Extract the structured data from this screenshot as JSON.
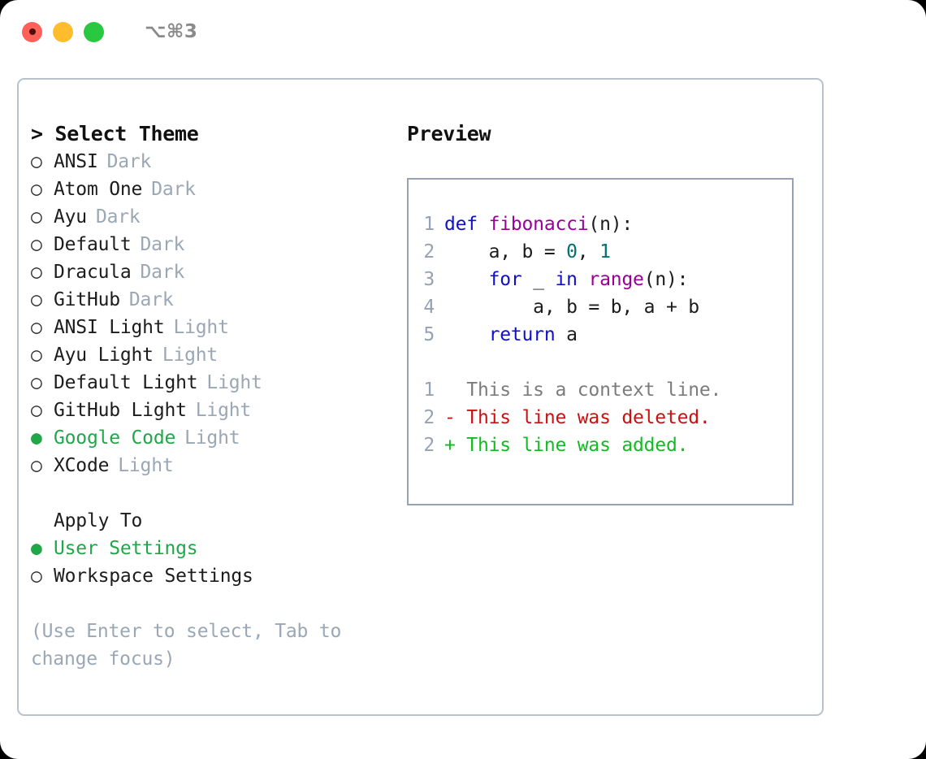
{
  "titlebar": {
    "shortcut": "⌥⌘3",
    "buttons": [
      {
        "name": "close",
        "color": "#ff6058"
      },
      {
        "name": "minimize",
        "color": "#ffbd2e"
      },
      {
        "name": "maximize",
        "color": "#28c840"
      }
    ]
  },
  "theme_picker": {
    "heading": "> Select Theme",
    "selected_bullet": "●",
    "unselected_bullet": "○",
    "items": [
      {
        "bullet": "○",
        "name": "ANSI",
        "variant": "Dark",
        "selected": false
      },
      {
        "bullet": "○",
        "name": "Atom One",
        "variant": "Dark",
        "selected": false
      },
      {
        "bullet": "○",
        "name": "Ayu",
        "variant": "Dark",
        "selected": false
      },
      {
        "bullet": "○",
        "name": "Default",
        "variant": "Dark",
        "selected": false
      },
      {
        "bullet": "○",
        "name": "Dracula",
        "variant": "Dark",
        "selected": false
      },
      {
        "bullet": "○",
        "name": "GitHub",
        "variant": "Dark",
        "selected": false
      },
      {
        "bullet": "○",
        "name": "ANSI Light",
        "variant": "Light",
        "selected": false
      },
      {
        "bullet": "○",
        "name": "Ayu Light",
        "variant": "Light",
        "selected": false
      },
      {
        "bullet": "○",
        "name": "Default Light",
        "variant": "Light",
        "selected": false
      },
      {
        "bullet": "○",
        "name": "GitHub Light",
        "variant": "Light",
        "selected": false
      },
      {
        "bullet": "●",
        "name": "Google Code",
        "variant": "Light",
        "selected": true
      },
      {
        "bullet": "○",
        "name": "XCode",
        "variant": "Light",
        "selected": false
      }
    ]
  },
  "apply_to": {
    "heading": "Apply To",
    "options": [
      {
        "bullet": "●",
        "label": "User Settings",
        "selected": true
      },
      {
        "bullet": "○",
        "label": "Workspace Settings",
        "selected": false
      }
    ]
  },
  "hint": "(Use Enter to select, Tab to change focus)",
  "preview": {
    "heading": "Preview",
    "code_lines": [
      {
        "lineno": "1",
        "tokens": [
          {
            "text": "def ",
            "kind": "kw"
          },
          {
            "text": "fibonacci",
            "kind": "fn"
          },
          {
            "text": "(n):",
            "kind": "pl"
          }
        ]
      },
      {
        "lineno": "2",
        "tokens": [
          {
            "text": "    a, b = ",
            "kind": "pl"
          },
          {
            "text": "0",
            "kind": "num"
          },
          {
            "text": ", ",
            "kind": "pl"
          },
          {
            "text": "1",
            "kind": "num"
          }
        ]
      },
      {
        "lineno": "3",
        "tokens": [
          {
            "text": "    ",
            "kind": "pl"
          },
          {
            "text": "for",
            "kind": "kw"
          },
          {
            "text": " _ ",
            "kind": "pl"
          },
          {
            "text": "in",
            "kind": "kw"
          },
          {
            "text": " ",
            "kind": "pl"
          },
          {
            "text": "range",
            "kind": "fn"
          },
          {
            "text": "(n):",
            "kind": "pl"
          }
        ]
      },
      {
        "lineno": "4",
        "tokens": [
          {
            "text": "        a, b = b, a + b",
            "kind": "pl"
          }
        ]
      },
      {
        "lineno": "5",
        "tokens": [
          {
            "text": "    ",
            "kind": "pl"
          },
          {
            "text": "return",
            "kind": "kw"
          },
          {
            "text": " a",
            "kind": "pl"
          }
        ]
      }
    ],
    "diff_lines": [
      {
        "lineno": "1",
        "marker": "  ",
        "text": "This is a context line.",
        "kind": "ctx"
      },
      {
        "lineno": "2",
        "marker": "- ",
        "text": "This line was deleted.",
        "kind": "del"
      },
      {
        "lineno": "2",
        "marker": "+ ",
        "text": "This line was added.",
        "kind": "add"
      }
    ]
  },
  "colors": {
    "accent_green": "#22a64a",
    "muted": "#9aa7b4",
    "border": "#95a2b3",
    "keyword": "#1010cc",
    "function": "#990099",
    "number": "#007070",
    "diff_add": "#11bb22",
    "diff_del": "#cc1111",
    "diff_ctx": "#7c7c7c"
  }
}
